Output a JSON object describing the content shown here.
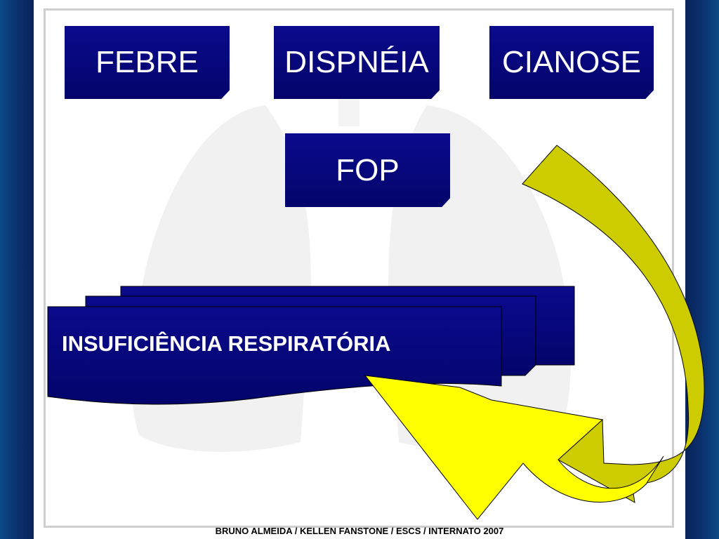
{
  "symptoms": {
    "febre": "FEBRE",
    "dispneia": "DISPNÉIA",
    "cianose": "CIANOSE"
  },
  "middle": {
    "fop": "FOP"
  },
  "result": {
    "label": "INSUFICIÊNCIA RESPIRATÓRIA"
  },
  "footer": {
    "credits": "BRUNO ALMEIDA /  KELLEN FANSTONE / ESCS / INTERNATO 2007"
  },
  "colors": {
    "box_fill": "#05057a",
    "arrow_yellow": "#ffff00",
    "arrow_olive": "#cccc00",
    "side_blue": "#0b2c6e"
  }
}
